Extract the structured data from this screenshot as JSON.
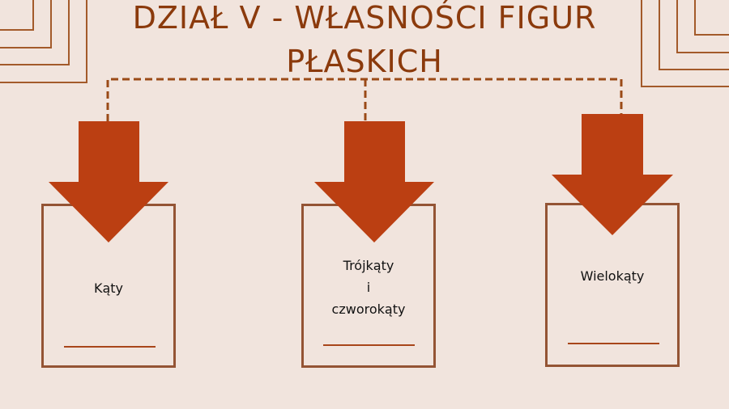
{
  "slide": {
    "title_line1": "DZIAŁ V - WŁASNOŚCI FIGUR",
    "title_line2": "PŁASKICH",
    "colors": {
      "background": "#f1e4dd",
      "title": "#8b3a0c",
      "arrow": "#bb3f12",
      "box_border": "#945434",
      "connector": "#9a4a17"
    }
  },
  "branches": [
    {
      "label_lines": [
        "Kąty"
      ],
      "icon": "arrow-down-icon"
    },
    {
      "label_lines": [
        "Trójkąty",
        "i",
        "czworokąty"
      ],
      "icon": "arrow-down-icon"
    },
    {
      "label_lines": [
        "Wielokąty"
      ],
      "icon": "arrow-down-icon"
    }
  ]
}
